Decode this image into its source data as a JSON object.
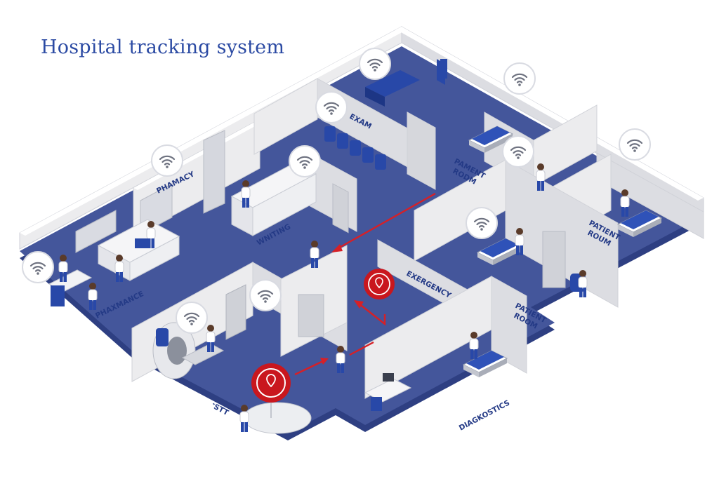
{
  "title": "Hospital tracking system",
  "room_labels": {
    "exam": "EXAM",
    "pharmacy_top": "PHAMACY",
    "waiting": "WNITING",
    "pharmacy_bottom": "PHAXMANCE",
    "patient_room_1": [
      "PAMENT",
      "RODM"
    ],
    "patient_room_2": [
      "PATIENT",
      "ROUM"
    ],
    "emergency": "EXERGENCY",
    "patient_room_3": [
      "PATIENT",
      "ROOM"
    ],
    "diagnostics": "DIAGKOSTICS",
    "imaging": "ᐩSTT"
  },
  "colors": {
    "floor": "#44569b",
    "floor_edge": "#2e3f82",
    "wall_light": "#ececee",
    "wall_shade": "#d6d7dc",
    "wall_top": "#ffffff",
    "furniture": "#2848a8",
    "tracking_arrow": "#d62027",
    "beacon": "#c9171e"
  },
  "icons": [
    "wifi-sensor-icon",
    "location-beacon-icon",
    "tracking-arrow-icon"
  ]
}
